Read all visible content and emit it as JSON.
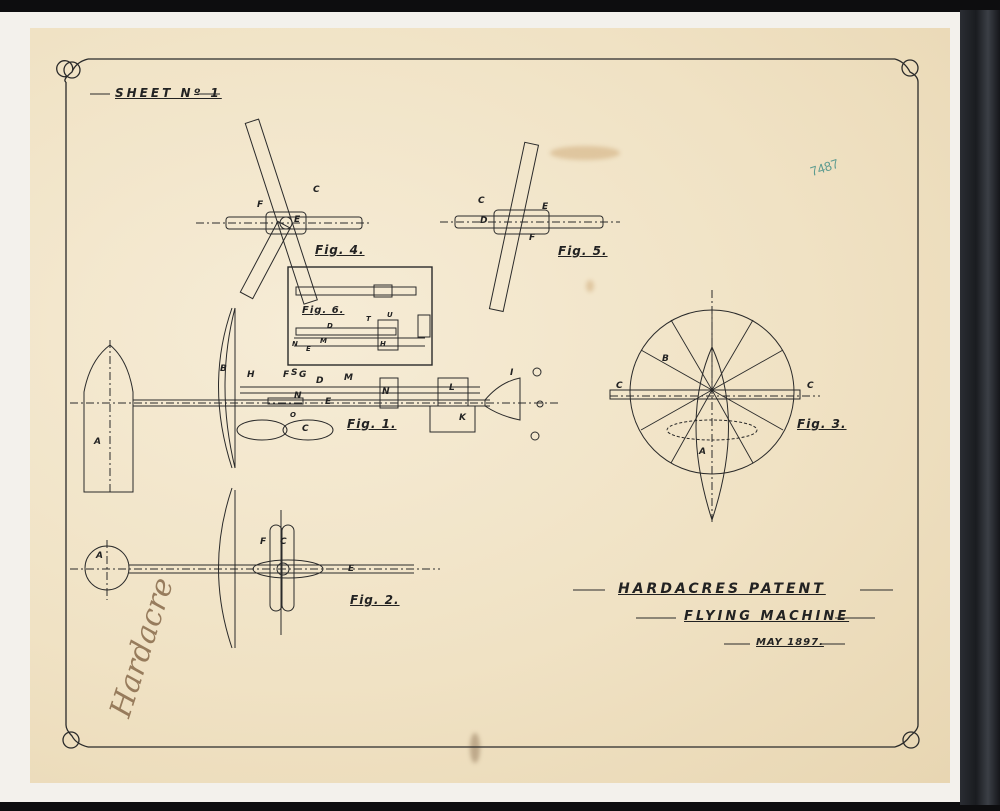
{
  "document": {
    "sheet_label": "SHEET Nº 1",
    "title": "HARDACRES PATENT",
    "subtitle": "FLYING MACHINE",
    "date": "MAY 1897.",
    "accession_number": "7487",
    "signature": "Hardacre"
  },
  "figures": [
    {
      "id": "fig1",
      "label": "Fig. 1.",
      "parts": [
        "A",
        "B",
        "H",
        "F",
        "S",
        "G",
        "D",
        "M",
        "E",
        "N",
        "O",
        "C",
        "L",
        "K",
        "I"
      ]
    },
    {
      "id": "fig2",
      "label": "Fig. 2.",
      "parts": [
        "A",
        "F",
        "C",
        "E"
      ]
    },
    {
      "id": "fig3",
      "label": "Fig. 3.",
      "parts": [
        "B",
        "C",
        "C",
        "A"
      ]
    },
    {
      "id": "fig4",
      "label": "Fig. 4.",
      "parts": [
        "C",
        "F",
        "E"
      ]
    },
    {
      "id": "fig5",
      "label": "Fig. 5.",
      "parts": [
        "C",
        "E",
        "D",
        "F"
      ]
    },
    {
      "id": "fig6",
      "label": "Fig. 6.",
      "parts": [
        "D",
        "T",
        "U",
        "M",
        "N",
        "E",
        "H"
      ]
    }
  ],
  "labels": {
    "fig1": {
      "A": "A",
      "B": "B",
      "H": "H",
      "F": "F",
      "S": "S",
      "G": "G",
      "D": "D",
      "M": "M",
      "E": "E",
      "N": "N",
      "O": "O",
      "C": "C",
      "L": "L",
      "K": "K",
      "I": "I",
      "N2": "N"
    },
    "fig2": {
      "A": "A",
      "F": "F",
      "C": "C",
      "E": "E"
    },
    "fig3": {
      "B": "B",
      "C1": "C",
      "C2": "C",
      "A": "A"
    },
    "fig4": {
      "C": "C",
      "F": "F",
      "E": "E"
    },
    "fig5": {
      "C": "C",
      "E1": "E",
      "D": "D",
      "F": "F"
    },
    "fig6": {
      "D": "D",
      "T": "T",
      "U": "U",
      "M": "M",
      "N": "N",
      "E": "E",
      "H": "H"
    }
  },
  "colors": {
    "paper": "#f0e2c4",
    "ink": "#222222",
    "mat": "#f3f1ec",
    "background": "#0d0d0f",
    "accession_ink": "#5a9a8f",
    "signature_ink": "#7a5a3a"
  }
}
